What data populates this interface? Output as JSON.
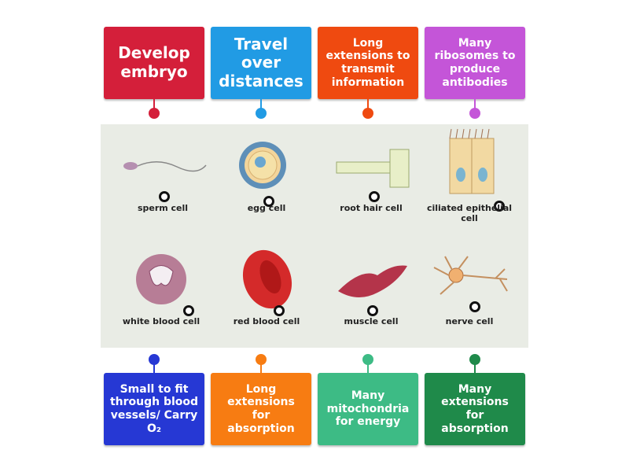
{
  "top_cards": [
    {
      "text": "Develop embryo",
      "color": "#d41f3a"
    },
    {
      "text": "Travel over distances",
      "color": "#219be4"
    },
    {
      "text": "Long extensions to transmit information",
      "color": "#ef4a10"
    },
    {
      "text": "Many ribosomes to produce antibodies",
      "color": "#c455d8"
    }
  ],
  "bottom_cards": [
    {
      "text": "Small to fit through blood vessels/ Carry O₂",
      "color": "#2638d4"
    },
    {
      "text": "Long extensions for absorption",
      "color": "#f77c12"
    },
    {
      "text": "Many mitochondria for energy",
      "color": "#3dbb85"
    },
    {
      "text": "Many extensions for absorption",
      "color": "#1f8a4a"
    }
  ],
  "cells": [
    {
      "label": "sperm cell"
    },
    {
      "label": "egg cell"
    },
    {
      "label": "root hair cell"
    },
    {
      "label": "ciliated epithelial cell"
    },
    {
      "label": "white blood cell"
    },
    {
      "label": "red blood cell"
    },
    {
      "label": "muscle cell"
    },
    {
      "label": "nerve cell"
    }
  ]
}
